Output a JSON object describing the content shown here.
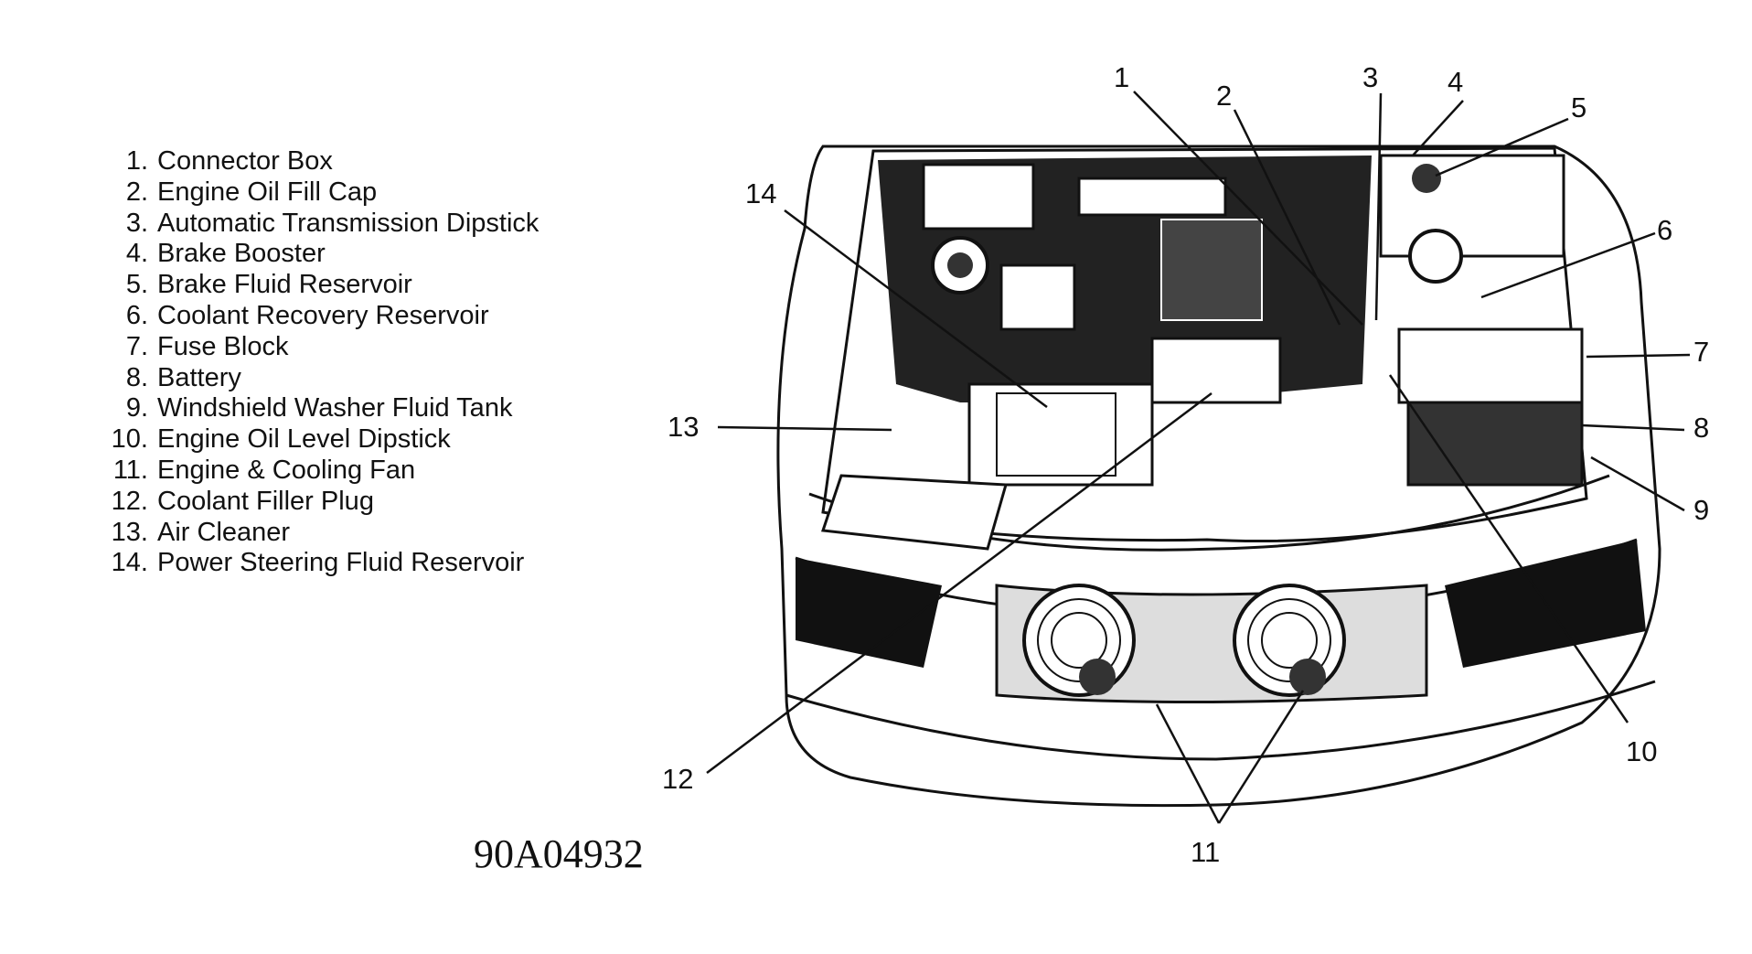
{
  "legend": [
    {
      "num": "1.",
      "label": "Connector Box"
    },
    {
      "num": "2.",
      "label": "Engine Oil Fill Cap"
    },
    {
      "num": "3.",
      "label": "Automatic Transmission Dipstick"
    },
    {
      "num": "4.",
      "label": "Brake Booster"
    },
    {
      "num": "5.",
      "label": "Brake Fluid Reservoir"
    },
    {
      "num": "6.",
      "label": "Coolant Recovery Reservoir"
    },
    {
      "num": "7.",
      "label": "Fuse Block"
    },
    {
      "num": "8.",
      "label": "Battery"
    },
    {
      "num": "9.",
      "label": "Windshield Washer Fluid Tank"
    },
    {
      "num": "10.",
      "label": "Engine Oil Level Dipstick"
    },
    {
      "num": "11.",
      "label": "Engine & Cooling Fan"
    },
    {
      "num": "12.",
      "label": "Coolant Filler Plug"
    },
    {
      "num": "13.",
      "label": "Air Cleaner"
    },
    {
      "num": "14.",
      "label": "Power Steering Fluid Reservoir"
    }
  ],
  "callouts": [
    "1",
    "2",
    "3",
    "4",
    "5",
    "6",
    "7",
    "8",
    "9",
    "10",
    "11",
    "12",
    "13",
    "14"
  ],
  "figure_code": "90A04932"
}
